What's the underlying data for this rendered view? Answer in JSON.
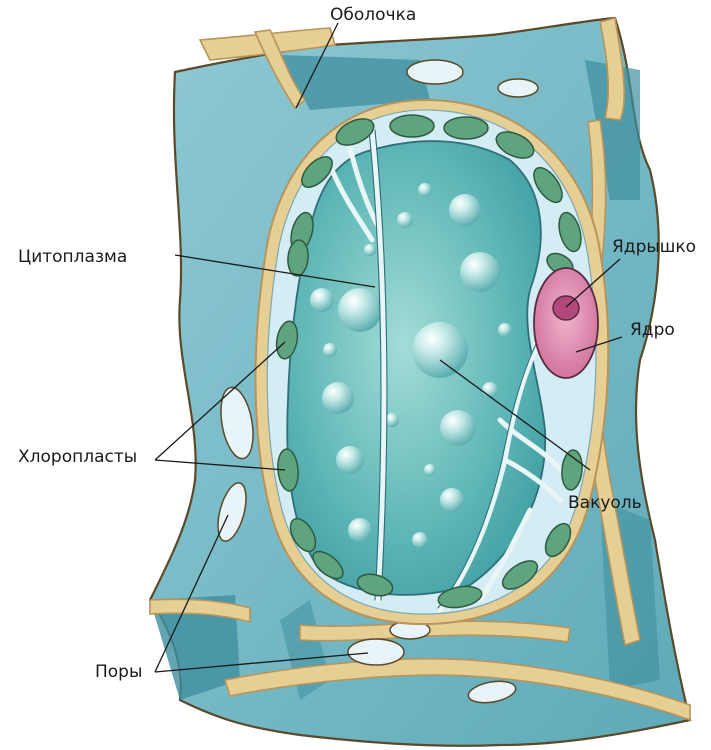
{
  "labels": {
    "wall": "Оболочка",
    "cytoplasm": "Цитоплазма",
    "nucleolus": "Ядрышко",
    "nucleus": "Ядро",
    "chloroplasts": "Хлоропласты",
    "vacuole": "Вакуоль",
    "pores": "Поры"
  },
  "colors": {
    "wall": "#e6cf94",
    "wall_edge": "#b8935a",
    "cell_fill": "#9fd0d8",
    "cell_dark": "#3f8f9f",
    "cytoplasm": "#d4ecf3",
    "vacuole": "#62b9b8",
    "chloroplast": "#5ea47f",
    "nucleus": "#d984a8",
    "nucleolus": "#b2477a"
  }
}
